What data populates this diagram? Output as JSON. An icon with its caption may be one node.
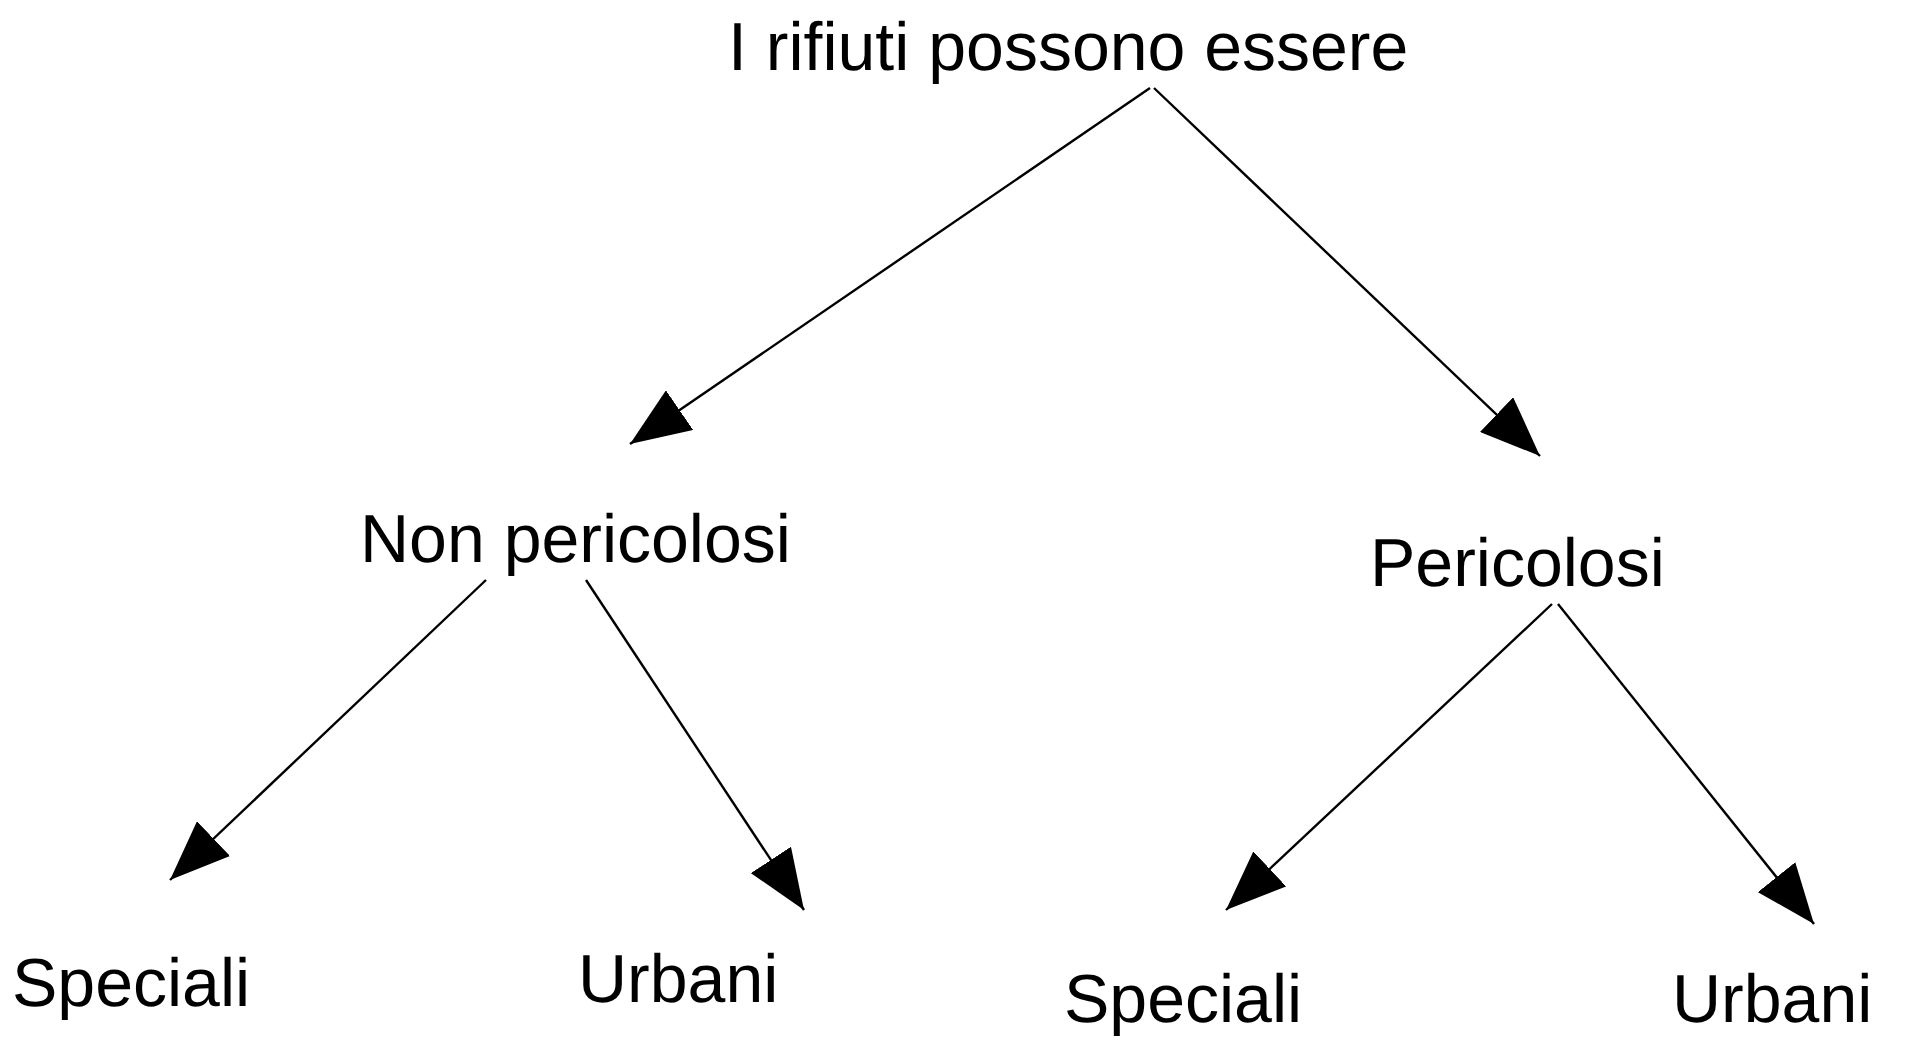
{
  "diagram": {
    "nodes": [
      {
        "text": [
          "I rifiuti possono essere"
        ]
      },
      {
        "text": [
          "Non pericolosi"
        ]
      },
      {
        "text": [
          "Pericolosi"
        ]
      },
      {
        "text": [
          "Speciali"
        ]
      },
      {
        "text": [
          "Urbani"
        ]
      },
      {
        "text": [
          "Speciali"
        ]
      },
      {
        "text": [
          "Urbani"
        ]
      }
    ],
    "edges": [
      {
        "from": 0,
        "to": 1,
        "arrow": "to"
      },
      {
        "from": 0,
        "to": 2,
        "arrow": "to"
      },
      {
        "from": 1,
        "to": 3,
        "arrow": "to"
      },
      {
        "from": 1,
        "to": 4,
        "arrow": "to"
      },
      {
        "from": 2,
        "to": 5,
        "arrow": "to"
      },
      {
        "from": 2,
        "to": 6,
        "arrow": "to"
      }
    ]
  }
}
